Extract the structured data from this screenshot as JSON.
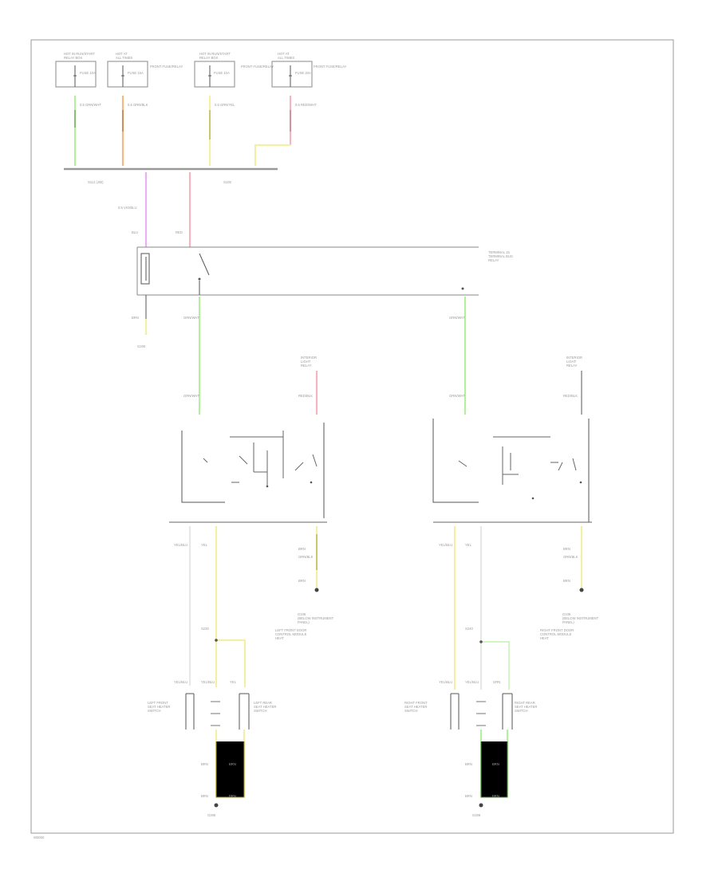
{
  "diagram": {
    "footer_code": "W0000",
    "fuse_boxes": [
      {
        "hdr1": "HOT IN RUN/START",
        "hdr2": "RELAY BOX",
        "fuse": "FUSE 10A",
        "extra": ""
      },
      {
        "hdr1": "HOT AT",
        "hdr2": "ALL TIMES",
        "fuse": "FUSE 15A",
        "extra": "FRONT FUSE/RELAY"
      },
      {
        "hdr1": "HOT IN RUN/START",
        "hdr2": "RELAY BOX",
        "fuse": "FUSE 10A",
        "extra": "FRONT FUSE/RELAY"
      },
      {
        "hdr1": "HOT AT",
        "hdr2": "ALL TIMES",
        "fuse": "FUSE 20A",
        "extra": "FRONT FUSE/RELAY"
      }
    ],
    "wire_labels": {
      "fuse1_out": "0.5 GRN/WHT",
      "fuse2_out": "0.5 ORN/BLK",
      "fuse3_out": "0.5 GRN/YEL",
      "fuse4_out": "0.5 RED/WHT",
      "bus_left": "S112 (J/B)",
      "bus_right": "S105",
      "relay_in_left": "0.5 VIO/BLU",
      "relay_in_left2": "BLU",
      "relay_in_right": "RED",
      "relay_out_gnd": "BRN",
      "relay_out_left": "GRN/WHT",
      "relay_out_right": "GRN/WHT",
      "ground_relay": "G200",
      "left_mod_in_left": "GRN/WHT",
      "left_mod_in_right": "RED/BLK",
      "right_mod_in_left": "GRN/WHT",
      "right_mod_in_right": "RED/BLK",
      "left_mod_out1": "YEL/BLU",
      "left_mod_out2": "YEL",
      "right_mod_out1": "YEL/BLU",
      "right_mod_out2": "YEL",
      "left_mod_gnd": "BRN",
      "left_mod_gnd2": "ORN/BLK",
      "right_mod_gnd": "BRN",
      "right_mod_gnd2": "ORN/BLK",
      "left_mod_gnd3": "BRN",
      "right_mod_gnd3": "BRN",
      "left_splice": "S230",
      "right_splice": "S240",
      "left_sw1": "YEL/BLU",
      "left_sw2": "YEL/BLU",
      "left_sw3": "YEL",
      "right_sw1": "YEL/BLU",
      "right_sw2": "YEL/BLU",
      "right_sw3": "GRN",
      "left_sw_gnd1": "BRN",
      "left_sw_gnd2": "BRN",
      "left_sw_gnd3": "BRN",
      "left_sw_gnd4": "BRN",
      "right_sw_gnd1": "BRN",
      "right_sw_gnd2": "BRN",
      "right_sw_gnd3": "BRN",
      "right_sw_gnd4": "BRN",
      "ground_left": "G305",
      "ground_right": "G306"
    },
    "relay_title": [
      "TERMINAL 15",
      "TERMINAL BUS",
      "RELAY"
    ],
    "left_hot": [
      "INTERIOR",
      "LIGHT",
      "RELAY"
    ],
    "right_hot": [
      "INTERIOR",
      "LIGHT",
      "RELAY"
    ],
    "left_module_ground_note": [
      "G106",
      "(BELOW INSTRUMENT",
      "PANEL)",
      "LEFT FRONT DOOR",
      "CONTROL MODULE",
      "HEAT"
    ],
    "right_module_ground_note": [
      "G106",
      "(BELOW INSTRUMENT",
      "PANEL)",
      "RIGHT FRONT DOOR",
      "CONTROL MODULE",
      "HEAT"
    ],
    "left_switch_a": [
      "LEFT FRONT",
      "SEAT HEATER",
      "SWITCH"
    ],
    "left_switch_b": [
      "LEFT REAR",
      "SEAT HEATER",
      "SWITCH"
    ],
    "right_switch_a": [
      "RIGHT FRONT",
      "SEAT HEATER",
      "SWITCH"
    ],
    "right_switch_b": [
      "RIGHT REAR",
      "SEAT HEATER",
      "SWITCH"
    ],
    "colors": {
      "green": "#b5f0a0",
      "green_dark": "#5e8a4e",
      "orange": "#f5b880",
      "orange_dark": "#9a6a3a",
      "yellow": "#f3f0a6",
      "yellow_dark": "#a89a3e",
      "pink": "#f5b5c0",
      "violet": "#eab0f5",
      "white_wire": "#e8e8e8"
    }
  }
}
